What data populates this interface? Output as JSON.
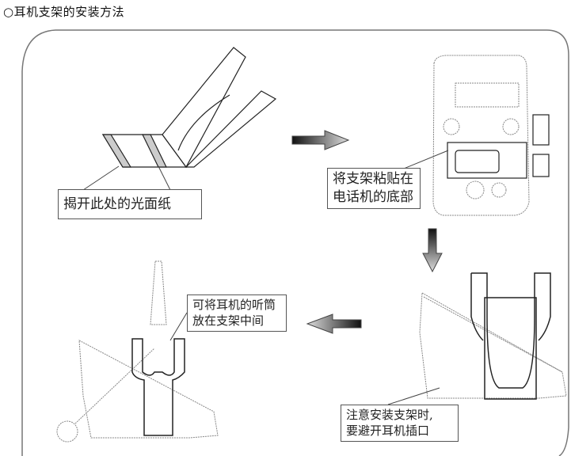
{
  "title": "○耳机支架的安装方法",
  "steps": [
    {
      "label": "揭开此处的光面纸"
    },
    {
      "lines": [
        "将支架粘贴在",
        "电话机的底部"
      ]
    },
    {
      "lines": [
        "注意安装支架时,",
        "要避开耳机插口"
      ]
    },
    {
      "lines": [
        "可将耳机的听筒",
        "放在支架中间"
      ]
    }
  ]
}
